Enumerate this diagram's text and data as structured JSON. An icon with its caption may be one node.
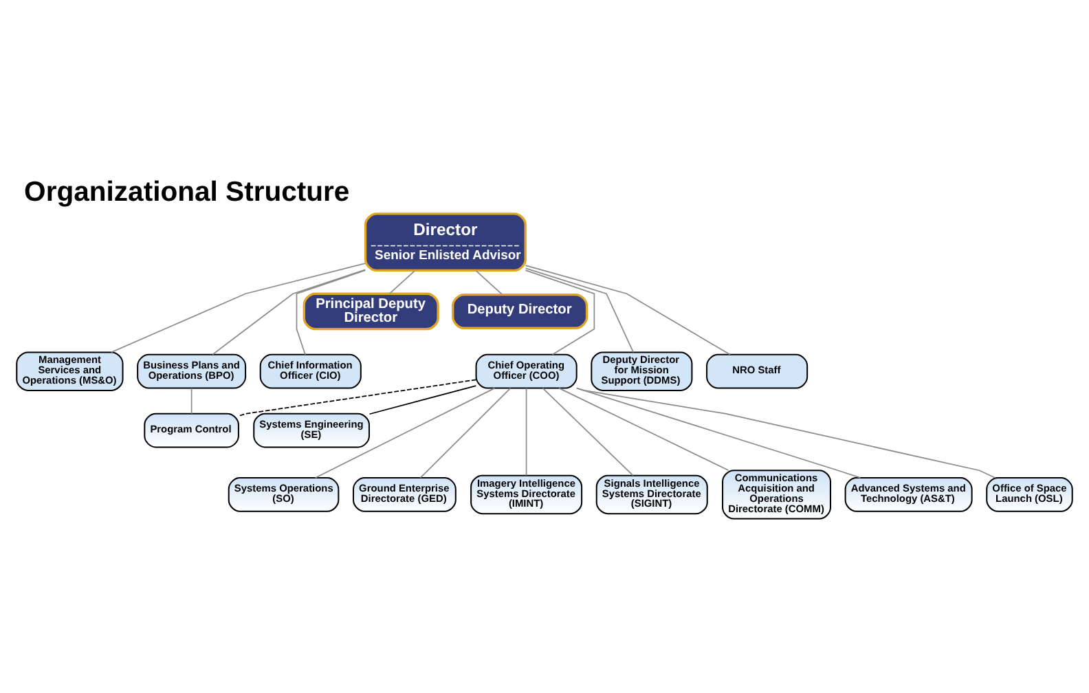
{
  "diagram": {
    "title": "Organizational Structure",
    "nodes": [
      {
        "text": [
          "Director",
          "Senior Enlisted Advisor"
        ]
      },
      {
        "text": [
          "Principal Deputy Director"
        ]
      },
      {
        "text": [
          "Deputy Director"
        ]
      },
      {
        "text": [
          "Management Services and Operations (MS&O)"
        ]
      },
      {
        "text": [
          "Business Plans and Operations (BPO)"
        ]
      },
      {
        "text": [
          "Chief Information Officer (CIO)"
        ]
      },
      {
        "text": [
          "Chief Operating Officer (COO)"
        ]
      },
      {
        "text": [
          "Deputy Director for Mission Support (DDMS)"
        ]
      },
      {
        "text": [
          "NRO Staff"
        ]
      },
      {
        "text": [
          "Program Control"
        ]
      },
      {
        "text": [
          "Systems Engineering (SE)"
        ]
      },
      {
        "text": [
          "Systems Operations (SO)"
        ]
      },
      {
        "text": [
          "Ground Enterprise Directorate (GED)"
        ]
      },
      {
        "text": [
          "Imagery Intelligence Systems Directorate (IMINT)"
        ]
      },
      {
        "text": [
          "Signals Intelligence Systems Directorate (SIGINT)"
        ]
      },
      {
        "text": [
          "Communications Acquisition and Operations Directorate (COMM)"
        ]
      },
      {
        "text": [
          "Advanced Systems and Technology (AS&T)"
        ]
      },
      {
        "text": [
          "Office of Space Launch (OSL)"
        ]
      }
    ],
    "edges": [
      {
        "from": 0,
        "to": 3,
        "arrow": "none"
      },
      {
        "from": 0,
        "to": 4,
        "arrow": "none"
      },
      {
        "from": 0,
        "to": 5,
        "arrow": "none"
      },
      {
        "from": 0,
        "to": 1,
        "arrow": "none"
      },
      {
        "from": 0,
        "to": 2,
        "arrow": "none"
      },
      {
        "from": 0,
        "to": 6,
        "arrow": "none"
      },
      {
        "from": 0,
        "to": 7,
        "arrow": "none"
      },
      {
        "from": 0,
        "to": 8,
        "arrow": "none"
      },
      {
        "from": 4,
        "to": 9,
        "arrow": "none"
      },
      {
        "from": 6,
        "to": 9,
        "arrow": "none",
        "style": "dashed",
        "color": "#000000"
      },
      {
        "from": 6,
        "to": 10,
        "arrow": "none",
        "color": "#000000"
      },
      {
        "from": 6,
        "to": 11,
        "arrow": "none"
      },
      {
        "from": 6,
        "to": 12,
        "arrow": "none"
      },
      {
        "from": 6,
        "to": 13,
        "arrow": "none"
      },
      {
        "from": 6,
        "to": 14,
        "arrow": "none"
      },
      {
        "from": 6,
        "to": 15,
        "arrow": "none"
      },
      {
        "from": 6,
        "to": 16,
        "arrow": "none"
      },
      {
        "from": 6,
        "to": 17,
        "arrow": "none"
      }
    ]
  }
}
